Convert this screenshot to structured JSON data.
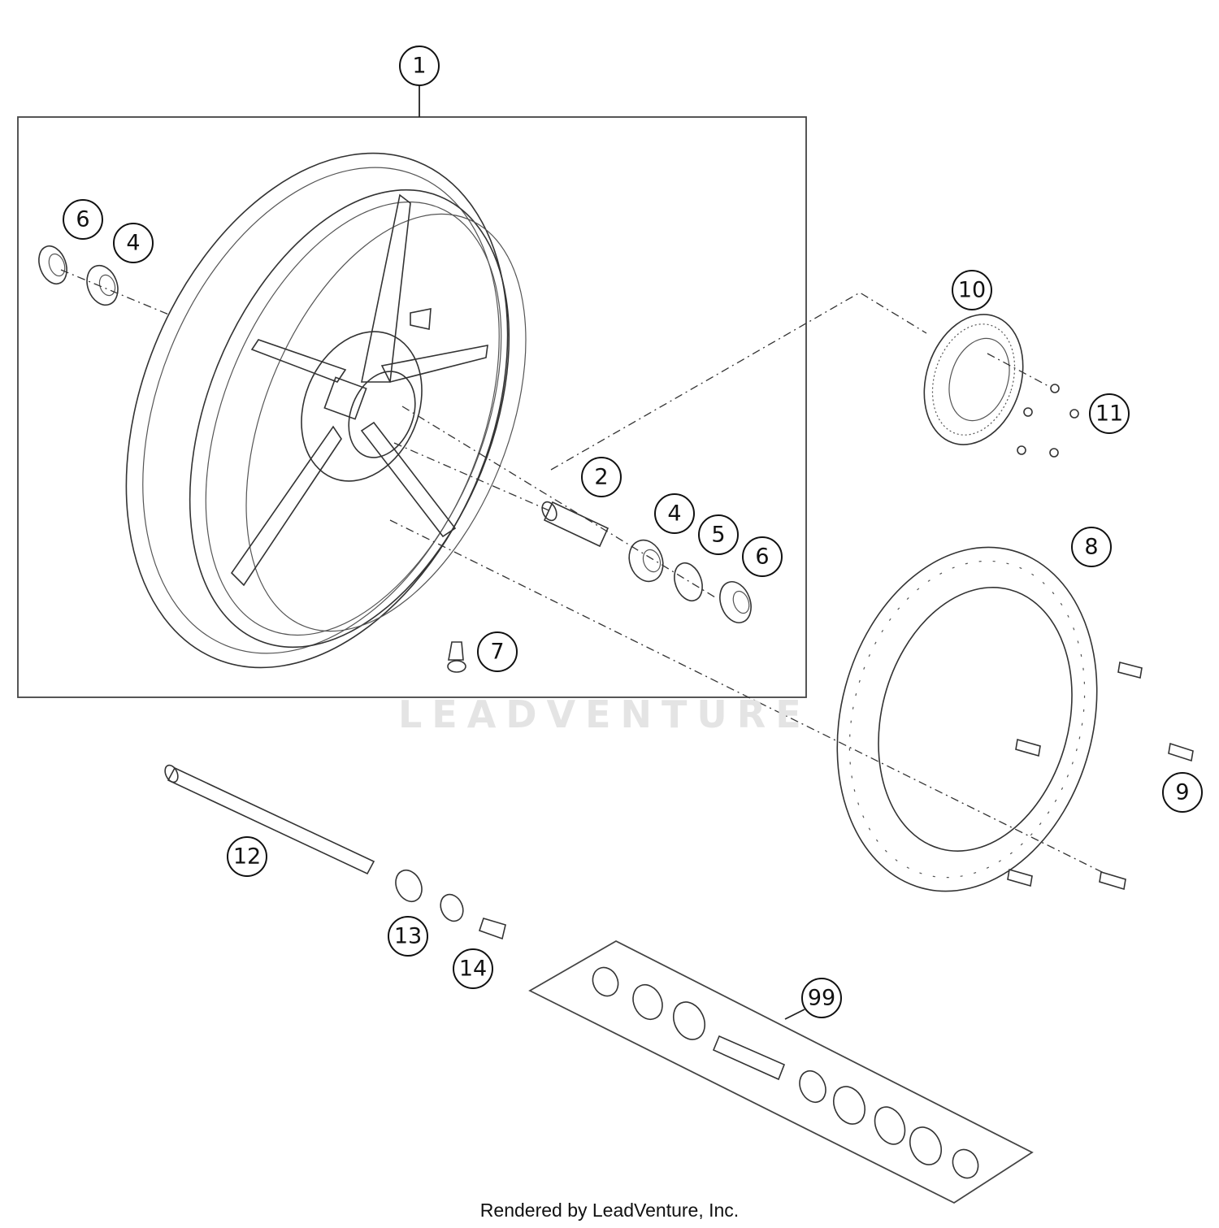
{
  "callouts": {
    "c1": "1",
    "c2": "2",
    "c4a": "4",
    "c4b": "4",
    "c5": "5",
    "c6a": "6",
    "c6b": "6",
    "c7": "7",
    "c8": "8",
    "c9": "9",
    "c10": "10",
    "c11": "11",
    "c12": "12",
    "c13": "13",
    "c14": "14",
    "c99": "99"
  },
  "watermark": "LEADVENTURE",
  "footer": "Rendered by LeadVenture, Inc."
}
